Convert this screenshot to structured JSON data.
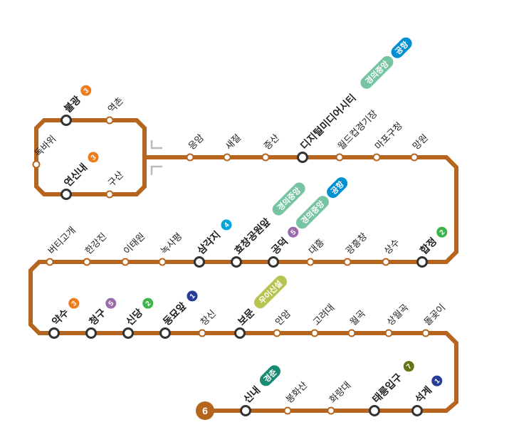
{
  "line": {
    "number": "6",
    "color": "#B5651D"
  },
  "line_colors": {
    "1": "#263C96",
    "2": "#3CB44A",
    "3": "#EF7C1C",
    "4": "#00A5DE",
    "5": "#996CAC",
    "6": "#B5651D",
    "7": "#697215",
    "gyeongui": "#77C4A3",
    "airport": "#0090D2",
    "uisinseol": "#B7C452",
    "gyeongchun": "#178C72"
  },
  "stations": [
    {
      "name": "독바위",
      "transfers": []
    },
    {
      "name": "불광",
      "transfers": [
        {
          "type": "num",
          "label": "3",
          "color": "#EF7C1C"
        }
      ]
    },
    {
      "name": "역촌",
      "transfers": []
    },
    {
      "name": "연신내",
      "transfers": [
        {
          "type": "num",
          "label": "3",
          "color": "#EF7C1C"
        }
      ]
    },
    {
      "name": "구산",
      "transfers": []
    },
    {
      "name": "응암",
      "transfers": []
    },
    {
      "name": "새절",
      "transfers": []
    },
    {
      "name": "증산",
      "transfers": []
    },
    {
      "name": "디지털미디어시티",
      "transfers": [
        {
          "type": "pill",
          "label": "경의중앙",
          "color": "#77C4A3"
        },
        {
          "type": "pill",
          "label": "공항",
          "color": "#0090D2"
        }
      ]
    },
    {
      "name": "월드컵경기장",
      "transfers": []
    },
    {
      "name": "마포구청",
      "transfers": []
    },
    {
      "name": "망원",
      "transfers": []
    },
    {
      "name": "합정",
      "transfers": [
        {
          "type": "num",
          "label": "2",
          "color": "#3CB44A"
        }
      ]
    },
    {
      "name": "상수",
      "transfers": []
    },
    {
      "name": "광흥창",
      "transfers": []
    },
    {
      "name": "대흥",
      "transfers": []
    },
    {
      "name": "공덕",
      "transfers": [
        {
          "type": "num",
          "label": "5",
          "color": "#996CAC"
        },
        {
          "type": "pill",
          "label": "경의중앙",
          "color": "#77C4A3"
        },
        {
          "type": "pill",
          "label": "공항",
          "color": "#0090D2"
        }
      ]
    },
    {
      "name": "효창공원앞",
      "transfers": [
        {
          "type": "pill",
          "label": "경의중앙",
          "color": "#77C4A3"
        }
      ]
    },
    {
      "name": "삼각지",
      "transfers": [
        {
          "type": "num",
          "label": "4",
          "color": "#00A5DE"
        }
      ]
    },
    {
      "name": "녹사평",
      "transfers": []
    },
    {
      "name": "이태원",
      "transfers": []
    },
    {
      "name": "한강진",
      "transfers": []
    },
    {
      "name": "버티고개",
      "transfers": []
    },
    {
      "name": "약수",
      "transfers": [
        {
          "type": "num",
          "label": "3",
          "color": "#EF7C1C"
        }
      ]
    },
    {
      "name": "청구",
      "transfers": [
        {
          "type": "num",
          "label": "5",
          "color": "#996CAC"
        }
      ]
    },
    {
      "name": "신당",
      "transfers": [
        {
          "type": "num",
          "label": "2",
          "color": "#3CB44A"
        }
      ]
    },
    {
      "name": "동묘앞",
      "transfers": [
        {
          "type": "num",
          "label": "1",
          "color": "#263C96"
        }
      ]
    },
    {
      "name": "창신",
      "transfers": []
    },
    {
      "name": "보문",
      "transfers": [
        {
          "type": "pill",
          "label": "우이신설",
          "color": "#B7C452"
        }
      ]
    },
    {
      "name": "안암",
      "transfers": []
    },
    {
      "name": "고려대",
      "transfers": []
    },
    {
      "name": "월곡",
      "transfers": []
    },
    {
      "name": "상월곡",
      "transfers": []
    },
    {
      "name": "돌곶이",
      "transfers": []
    },
    {
      "name": "석계",
      "transfers": [
        {
          "type": "num",
          "label": "1",
          "color": "#263C96"
        }
      ]
    },
    {
      "name": "태릉입구",
      "transfers": [
        {
          "type": "num",
          "label": "7",
          "color": "#697215"
        }
      ]
    },
    {
      "name": "화랑대",
      "transfers": []
    },
    {
      "name": "봉화산",
      "transfers": []
    },
    {
      "name": "신내",
      "transfers": [
        {
          "type": "pill",
          "label": "경춘",
          "color": "#178C72"
        }
      ]
    }
  ]
}
